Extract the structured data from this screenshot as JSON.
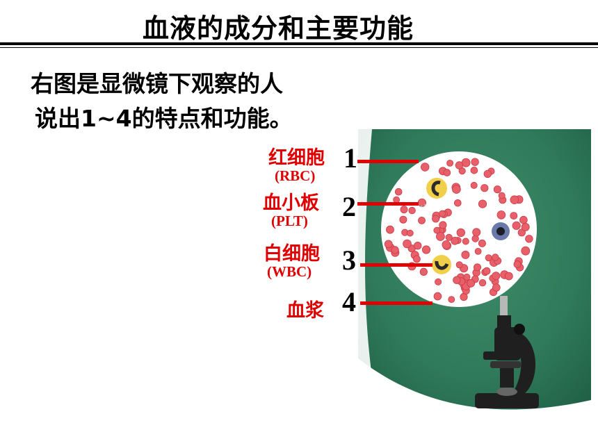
{
  "slide": {
    "title": "血液的成分和主要功能",
    "intro_line1": "右图是显微镜下观察的人",
    "intro_line2": "说出1~4的特点和功能。"
  },
  "labels": [
    {
      "number": "1",
      "name": "红细胞",
      "abbr": "(RBC)"
    },
    {
      "number": "2",
      "name": "血小板",
      "abbr": "(PLT)"
    },
    {
      "number": "3",
      "name": "白细胞",
      "abbr": "(WBC)"
    },
    {
      "number": "4",
      "name": "血浆"
    }
  ],
  "colors": {
    "label_red": "#e00000",
    "background_green": "#2f7a5a",
    "red_cell": "#e8606a",
    "white_cell_yellow": "#f2cf4a",
    "field_white": "#ffffff"
  }
}
